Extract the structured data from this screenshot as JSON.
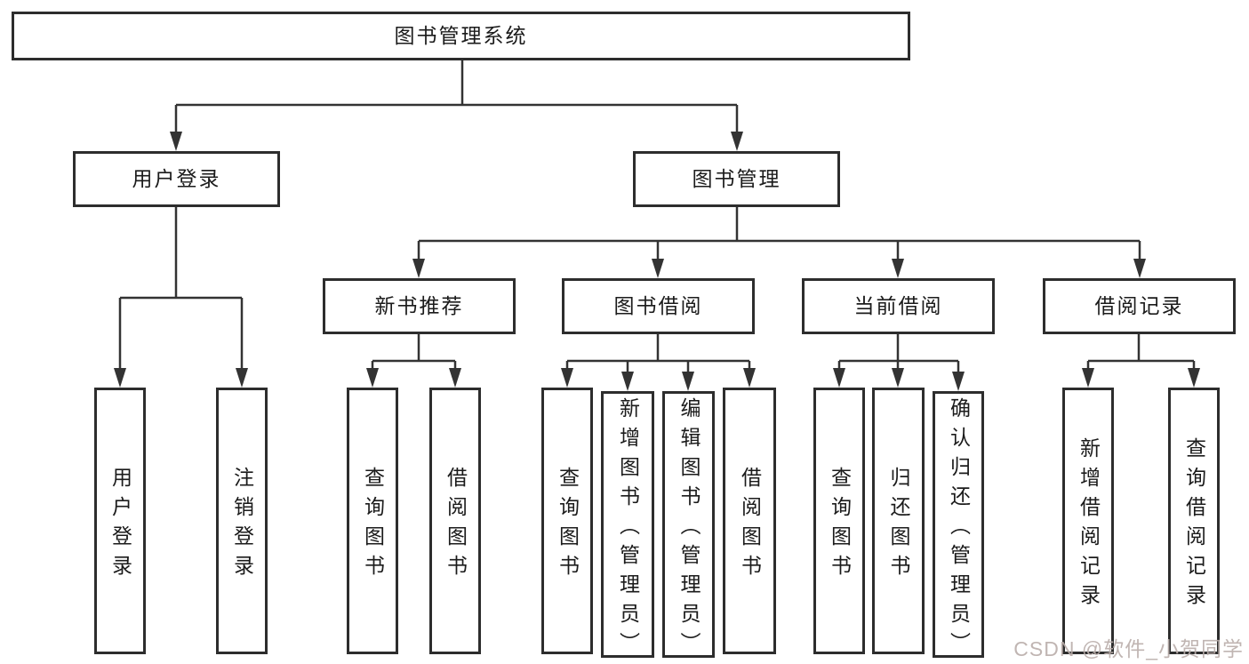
{
  "diagram": {
    "type": "tree",
    "title": "图书管理系统",
    "nodes": {
      "root": {
        "label": "图书管理系统"
      },
      "user_login": {
        "label": "用户登录"
      },
      "book_mgmt": {
        "label": "图书管理"
      },
      "new_books": {
        "label": "新书推荐"
      },
      "book_borrow": {
        "label": "图书借阅"
      },
      "current_borrow": {
        "label": "当前借阅"
      },
      "borrow_records": {
        "label": "借阅记录"
      },
      "leaf_user_login": {
        "label": "用户登录"
      },
      "leaf_logout": {
        "label": "注销登录"
      },
      "leaf_nb_query": {
        "label": "查询图书"
      },
      "leaf_nb_borrow": {
        "label": "借阅图书"
      },
      "leaf_bb_query": {
        "label": "查询图书"
      },
      "leaf_bb_add": {
        "label": "新增图书（管理员）"
      },
      "leaf_bb_edit": {
        "label": "编辑图书（管理员）"
      },
      "leaf_bb_borrow": {
        "label": "借阅图书"
      },
      "leaf_cb_query": {
        "label": "查询图书"
      },
      "leaf_cb_return": {
        "label": "归还图书"
      },
      "leaf_cb_confirm": {
        "label": "确认归还（管理员）"
      },
      "leaf_br_add": {
        "label": "新增借阅记录"
      },
      "leaf_br_query": {
        "label": "查询借阅记录"
      }
    },
    "hierarchy": {
      "图书管理系统": {
        "用户登录": [
          "用户登录",
          "注销登录"
        ],
        "图书管理": {
          "新书推荐": [
            "查询图书",
            "借阅图书"
          ],
          "图书借阅": [
            "查询图书",
            "新增图书（管理员）",
            "编辑图书（管理员）",
            "借阅图书"
          ],
          "当前借阅": [
            "查询图书",
            "归还图书",
            "确认归还（管理员）"
          ],
          "借阅记录": [
            "新增借阅记录",
            "查询借阅记录"
          ]
        }
      }
    },
    "colors": {
      "line": "#333333",
      "box_border": "#2d2d2d",
      "box_fill": "#ffffff",
      "text": "#1b1b1b",
      "background": "#ffffff",
      "watermark_color": "#b9adaa"
    },
    "watermark": "CSDN @软件_小贺同学"
  }
}
